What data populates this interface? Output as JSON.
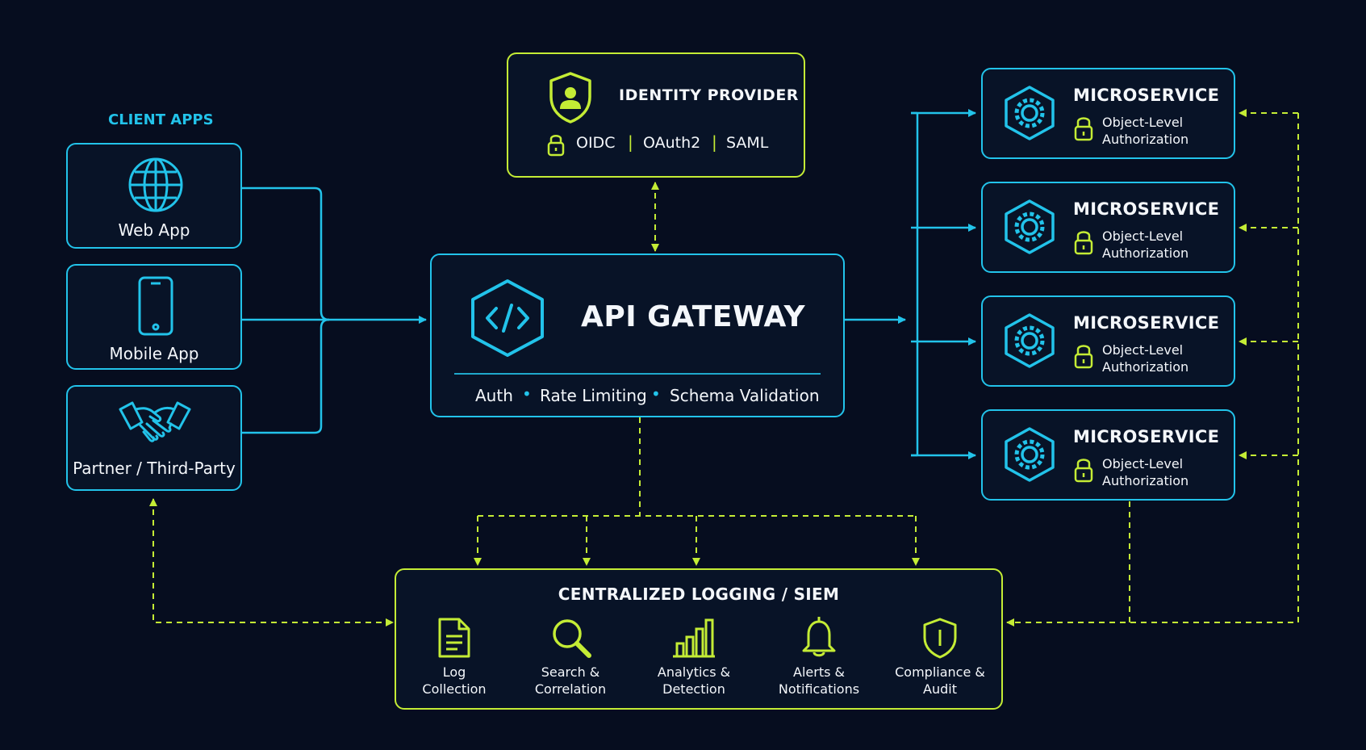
{
  "colors": {
    "background": "#060d1f",
    "cyan": "#22c3ea",
    "lime": "#c4ec35",
    "text": "#f4f7fb"
  },
  "clients": {
    "title": "CLIENT APPS",
    "web_app": {
      "label": "Web App",
      "icon": "globe-icon"
    },
    "mobile_app": {
      "label": "Mobile App",
      "icon": "smartphone-icon"
    },
    "partner": {
      "label": "Partner / Third-Party",
      "icon": "handshake-icon"
    }
  },
  "identity_provider": {
    "title": "IDENTITY PROVIDER",
    "icon": "shield-user-icon",
    "protocols": [
      "OIDC",
      "OAuth2",
      "SAML"
    ],
    "separator": "|"
  },
  "gateway": {
    "title": "API GATEWAY",
    "icon": "code-hexagon-icon",
    "features": [
      "Auth",
      "Rate Limiting",
      "Schema Validation"
    ],
    "separator": "•"
  },
  "microservices": [
    {
      "title": "MICROSERVICE",
      "line1": "Object-Level",
      "line2": "Authorization"
    },
    {
      "title": "MICROSERVICE",
      "line1": "Object-Level",
      "line2": "Authorization"
    },
    {
      "title": "MICROSERVICE",
      "line1": "Object-Level",
      "line2": "Authorization"
    },
    {
      "title": "MICROSERVICE",
      "line1": "Object-Level",
      "line2": "Authorization"
    }
  ],
  "logging": {
    "title": "CENTRALIZED LOGGING / SIEM",
    "items": [
      {
        "line1": "Log",
        "line2": "Collection",
        "icon": "document-icon"
      },
      {
        "line1": "Search &",
        "line2": "Correlation",
        "icon": "magnifier-icon"
      },
      {
        "line1": "Analytics &",
        "line2": "Detection",
        "icon": "bar-chart-icon"
      },
      {
        "line1": "Alerts &",
        "line2": "Notifications",
        "icon": "bell-icon"
      },
      {
        "line1": "Compliance &",
        "line2": "Audit",
        "icon": "shield-icon"
      }
    ]
  }
}
